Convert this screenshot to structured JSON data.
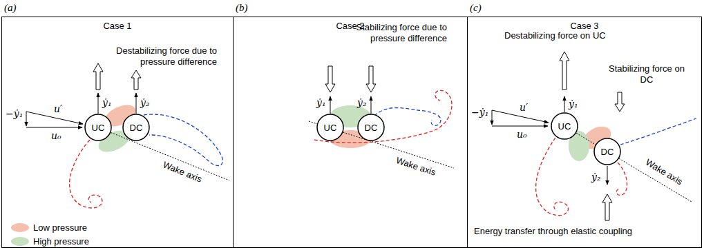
{
  "diagram": {
    "nodes": [
      {
        "text": [
          "(a)",
          "Case 1"
        ]
      },
      {
        "text": [
          "UC"
        ],
        "in": 0
      },
      {
        "text": [
          "DC"
        ],
        "in": 0
      },
      {
        "text": [
          "(b)",
          "Case 2"
        ]
      },
      {
        "text": [
          "UC"
        ],
        "in": 3
      },
      {
        "text": [
          "DC"
        ],
        "in": 3
      },
      {
        "text": [
          "(c)",
          "Case 3"
        ]
      },
      {
        "text": [
          "UC"
        ],
        "in": 6
      },
      {
        "text": [
          "DC"
        ],
        "in": 6
      }
    ],
    "labels": [
      "Destabilizing force due to pressure difference",
      "−ẏ₁",
      "u′",
      "u₀",
      "ẏ₁",
      "ẏ₂",
      "Wake axis",
      "Stabilizing force due to pressure difference",
      "ẏ₁",
      "ẏ₂",
      "Wake axis",
      "Destabilizing force on UC",
      "Stabilizing force on DC",
      "−ẏ₁",
      "u′",
      "u₀",
      "ẏ₁",
      "Wake axis",
      "ẏ₂",
      "Energy transfer through elastic coupling"
    ],
    "legend": [
      {
        "text": "Low pressure",
        "color": "#f5bfae"
      },
      {
        "text": "High pressure",
        "color": "#c6e0c0"
      }
    ]
  }
}
